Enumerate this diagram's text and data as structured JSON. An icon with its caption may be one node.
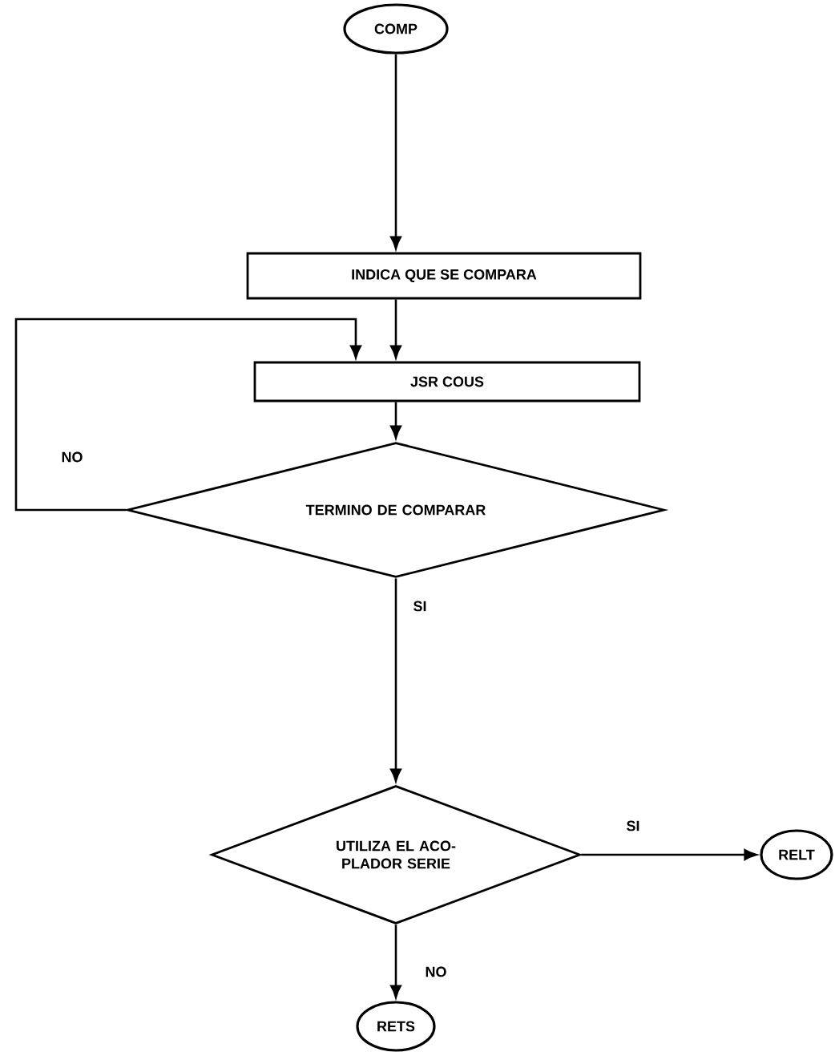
{
  "diagram": {
    "nodes": [
      {
        "text": [
          "COMP"
        ]
      },
      {
        "text": [
          "INDICA QUE SE COMPARA"
        ]
      },
      {
        "text": [
          "JSR COUS"
        ]
      },
      {
        "text": [
          "TERMINO DE COMPARAR"
        ]
      },
      {
        "text": [
          "UTILIZA EL ACO- PLADOR SERIE"
        ]
      },
      {
        "text": [
          "RELT"
        ]
      },
      {
        "text": [
          "RETS"
        ]
      }
    ],
    "edges": [
      {
        "from": 0,
        "to": 1,
        "arrow": "to"
      },
      {
        "from": 1,
        "to": 2,
        "arrow": "to"
      },
      {
        "from": 2,
        "to": 3,
        "arrow": "to"
      },
      {
        "from": 3,
        "to": 2,
        "label": "NO",
        "arrow": "to"
      },
      {
        "from": 3,
        "to": 4,
        "label": "SI",
        "arrow": "to"
      },
      {
        "from": 4,
        "to": 5,
        "label": "SI",
        "arrow": "to"
      },
      {
        "from": 4,
        "to": 6,
        "label": "NO",
        "arrow": "to"
      }
    ]
  }
}
